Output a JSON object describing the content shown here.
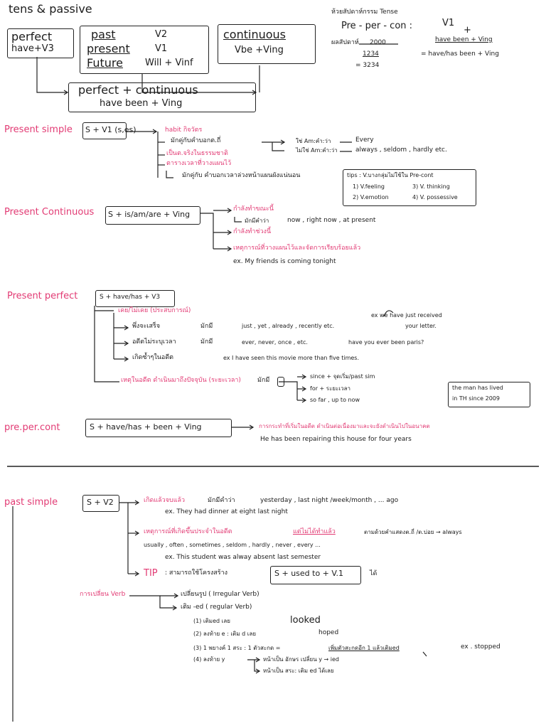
{
  "header": {
    "title": "tens & passive",
    "perfect": "perfect",
    "perfect_form": "have+V3",
    "past": "past",
    "past_v": "V2",
    "present": "present",
    "present_v": "V1",
    "future": "Future",
    "future_v": "Will + Vinf",
    "continuous": "continuous",
    "continuous_form": "Vbe +Ving",
    "perfect_continuous": "perfect + continuous",
    "perfect_continuous_form": "have been + Ving",
    "thai_hint": "ห้วยสัปดาห์กรรม Tense",
    "pre_per_con": "Pre - per - con :",
    "pre_v1": "V1",
    "plus": "+",
    "have_been": "have been + Ving",
    "equals": "= have/has been + Ving",
    "sum_label": "ผลสัปดาห์",
    "sum_1": "2000",
    "sum_2": "1234",
    "sum_3": "= 3234"
  },
  "present_simple": {
    "label": "Present simple",
    "formula": "S + V1 (s,es)",
    "habit": "habit กิจวัตร",
    "habit_sub": "มักคู่กับคำบอกต.ถี่",
    "yes": "ใช่ Am:คำ:ว่า",
    "yes_every": "Every",
    "no": "ไม่ใช่ Am:คำ:ว่า",
    "no_list": "always , seldom , hardly etc.",
    "fact": "เป็นต.จริงในธรรมชาติ",
    "timetable": "ตารางเวลาที่วางแผนไว้",
    "timetable_sub": "มักคู่กับ คำบอกเวลาล่วงหน้าแผนผังแน่นอน",
    "tips_title": "tips : V.บางกลุ่มไม่ใช้ใน Pre-cont",
    "tip1": "1) V.feeling",
    "tip3": "3) V. thinking",
    "tip2": "2) V.emotion",
    "tip4": "4) V. possessive"
  },
  "present_continuous": {
    "label": "Present Continuous",
    "formula": "S + is/am/are + Ving",
    "p1": "กำลังทำขณะนี้",
    "p1_sub": "มักมีคำว่า",
    "p1_list": "now , right now , at present",
    "p2": "กำลังทำช่วงนี้",
    "p3": "เหตุการณ์ที่วางแผนไว้และจัดการเรียบร้อยแล้ว",
    "p3_ex": "ex. My friends   is coming tonight"
  },
  "present_perfect": {
    "label": "Present perfect",
    "formula": "S + have/has + V3",
    "exp": "เคย/ไม่เคย (ประสบการณ์)",
    "just": "พึ่งจะเสร็จ",
    "just_has": "มักมี",
    "just_list": "just , yet , already , recently etc.",
    "ex_right": "ex  we have just received",
    "ex_right2": "your letter.",
    "past_unsp": "อดีตไม่ระบุเวลา",
    "past_has": "มักมี",
    "past_list": "ever, never, once , etc.",
    "past_ex": "have you ever been paris?",
    "repeat": "เกิดซ้ำๆในอดีต",
    "repeat_ex": "ex  I have seen this movie more than five times.",
    "cont": "เหตุในอดีต ดำเนินมาถึงปัจจุบัน (ระยะเวลา)",
    "cont_has": "มักมี",
    "since": "since + จุดเริ่ม/past sim",
    "for": "for + ระยะเวลา",
    "sofar": "so far , up to now",
    "box_l1": "the man has lived",
    "box_l2": "in TH since 2009"
  },
  "pre_per_cont": {
    "label": "pre.per.cont",
    "formula": "S + have/has + been + Ving",
    "desc": "การกระทำที่เริ่มในอดีต ดำเนินต่อเนื่องมาและจะยังดำเนินไปในอนาคต",
    "ex": "He  has been repairing  this house for four years"
  },
  "past_simple": {
    "label": "past simple",
    "formula": "S + V2",
    "a1": "เกิดแล้วจบแล้ว",
    "a1_has": "มักมีคำว่า",
    "a1_list": "yesterday , last night /week/month , ... ago",
    "a1_ex": "ex. They had dinner at eight last night",
    "a2": "เหตุการณ์ที่เกิดขึ้นประจำในอดีต",
    "a2_pink2": "แต่ไม่ได้ทำแล้ว",
    "a2_rest": "ตามด้วยคำแสดงต.ถี่ /ต.บ่อย  →  always",
    "a2_list": "usually , often , sometimes , seldom , hardly , never , every ...",
    "a2_ex": "ex. This  student was alway absent last semester",
    "tip_label": "TIP",
    "tip_text": ": สามารถใช้โครงสร้าง",
    "tip_formula": "S + used to + V.1",
    "tip_end": "ได้"
  },
  "verb_change": {
    "label": "การเปลี่ยน Verb",
    "irregular": "เปลี่ยนรูป ( Irregular Verb)",
    "regular": "เติม -ed ( regular Verb)",
    "r1": "(1) เติมed เลย",
    "r1_ex": "looked",
    "r2": "(2) ลงท้าย e : เติม d เลย",
    "r2_ex": "hoped",
    "r3": "(3) 1 พยางค์  1 สระ :  1 ตัวสะกด =",
    "r3_b": "เพิ่มตัวสะกดอีก 1 แล้วเติมed",
    "r3_ex": "ex . stopped",
    "r4": "(4) ลงท้าย y",
    "r4_a": "หน้าเป็น  อักษร  เปลี่ยน y → ied",
    "r4_b": "หน้าเป็น  สระ:  เติม ed ได้เลย"
  }
}
